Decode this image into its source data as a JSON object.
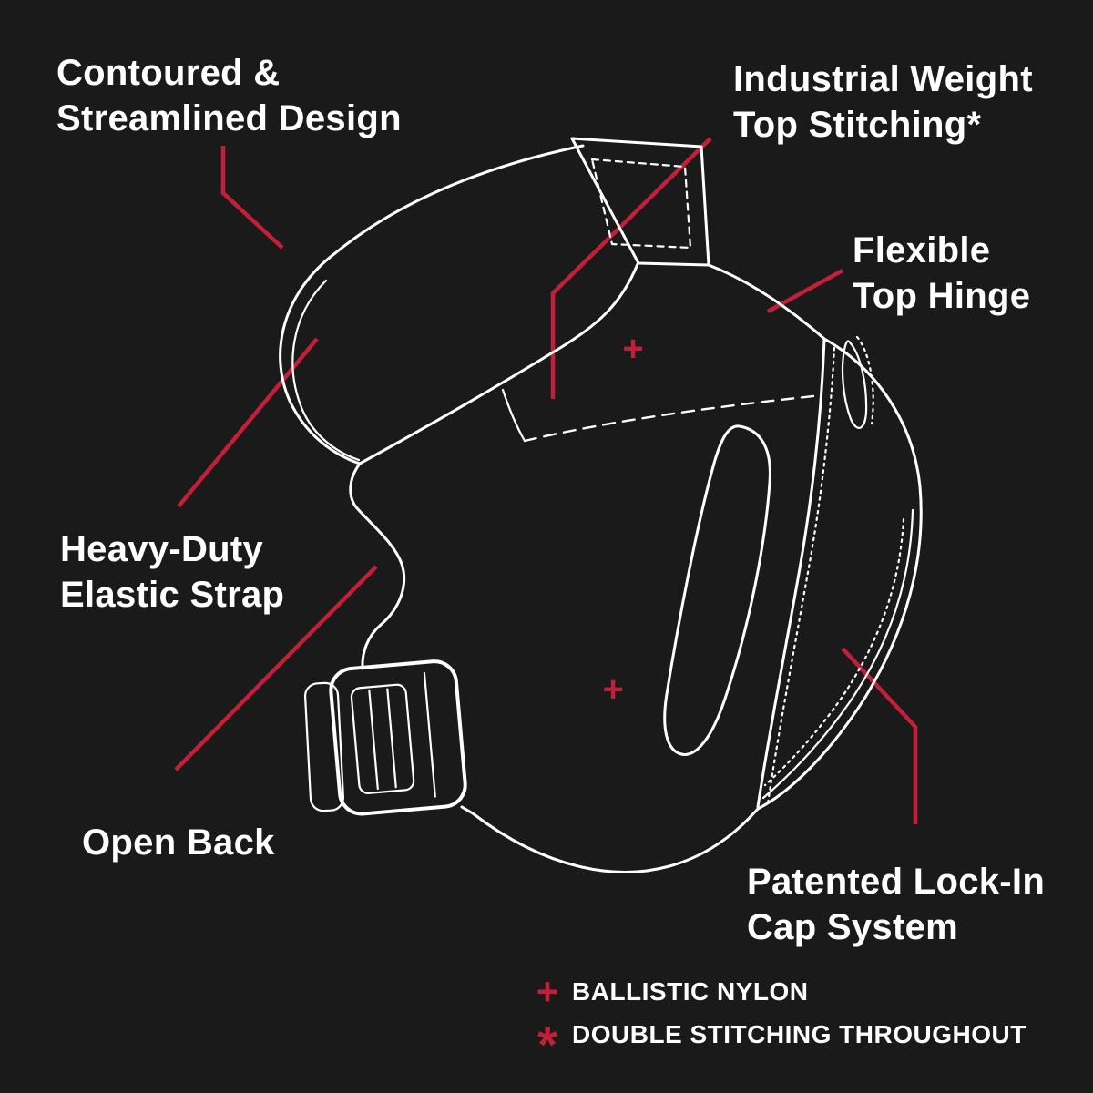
{
  "theme": {
    "background": "#1a1a1a",
    "accent_red": "#c41f39",
    "line_color": "#ffffff",
    "text_color": "#ffffff"
  },
  "labels": {
    "contoured": {
      "line1": "Contoured &",
      "line2": "Streamlined Design"
    },
    "industrial": {
      "line1": "Industrial Weight",
      "line2": "Top Stitching*"
    },
    "flexible": {
      "line1": "Flexible",
      "line2": "Top Hinge"
    },
    "heavy_duty": {
      "line1": "Heavy-Duty",
      "line2": "Elastic Strap"
    },
    "open_back": {
      "line1": "Open Back"
    },
    "patented": {
      "line1": "Patented Lock-In",
      "line2": "Cap System"
    }
  },
  "legend": {
    "items": [
      {
        "symbol": "+",
        "text": "BALLISTIC NYLON"
      },
      {
        "symbol": "*",
        "text": "DOUBLE STITCHING THROUGHOUT"
      }
    ]
  },
  "illustration": {
    "subject": "knee-pad-line-art-side-view",
    "plus_marker_symbol": "+"
  }
}
